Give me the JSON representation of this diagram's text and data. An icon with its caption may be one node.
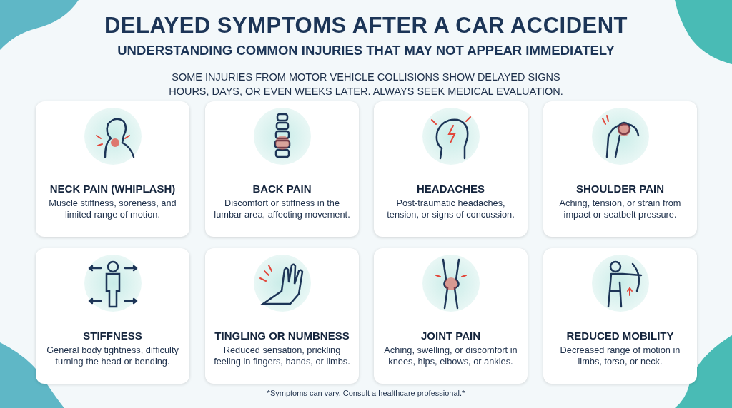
{
  "diagram": {
    "title": "DELAYED SYMPTOMS AFTER A CAR ACCIDENT",
    "nodes": [
      {
        "text": [
          "NECK PAIN (WHIPLASH)",
          "Muscle stiffness, soreness, and limited range of motion."
        ]
      },
      {
        "text": [
          "BACK PAIN",
          "Discomfort or stiffness in the lumbar area, affecting movement."
        ]
      },
      {
        "text": [
          "HEADACHES",
          "Post-traumatic headaches, tension, or signs of concussion."
        ]
      },
      {
        "text": [
          "SHOULDER PAIN",
          "Aching, tension, or strain from impact or seatbelt pressure."
        ]
      },
      {
        "text": [
          "STIFFNESS",
          "General body tightness, difficulty turning the head or bending."
        ]
      },
      {
        "text": [
          "TINGLING OR NUMBNESS",
          "Reduced sensation, prickling feeling in fingers, hands, or limbs."
        ]
      },
      {
        "text": [
          "JOINT PAIN",
          "Aching, swelling, or discomfort in knees, hips, elbows, or ankles."
        ]
      },
      {
        "text": [
          "REDUCED MOBILITY",
          "Decreased range of motion in limbs, torso, or neck."
        ]
      }
    ],
    "edges": [],
    "labels": [
      "UNDERSTANDING COMMON INJURIES THAT MAY NOT APPEAR IMMEDIATELY",
      "SOME INJURIES FROM MOTOR VEHICLE COLLISIONS SHOW DELAYED SIGNS HOURS, DAYS, OR EVEN WEEKS LATER. ALWAYS SEEK MEDICAL EVALUATION.",
      "*Symptoms can vary. Consult a healthcare professional.*"
    ]
  }
}
